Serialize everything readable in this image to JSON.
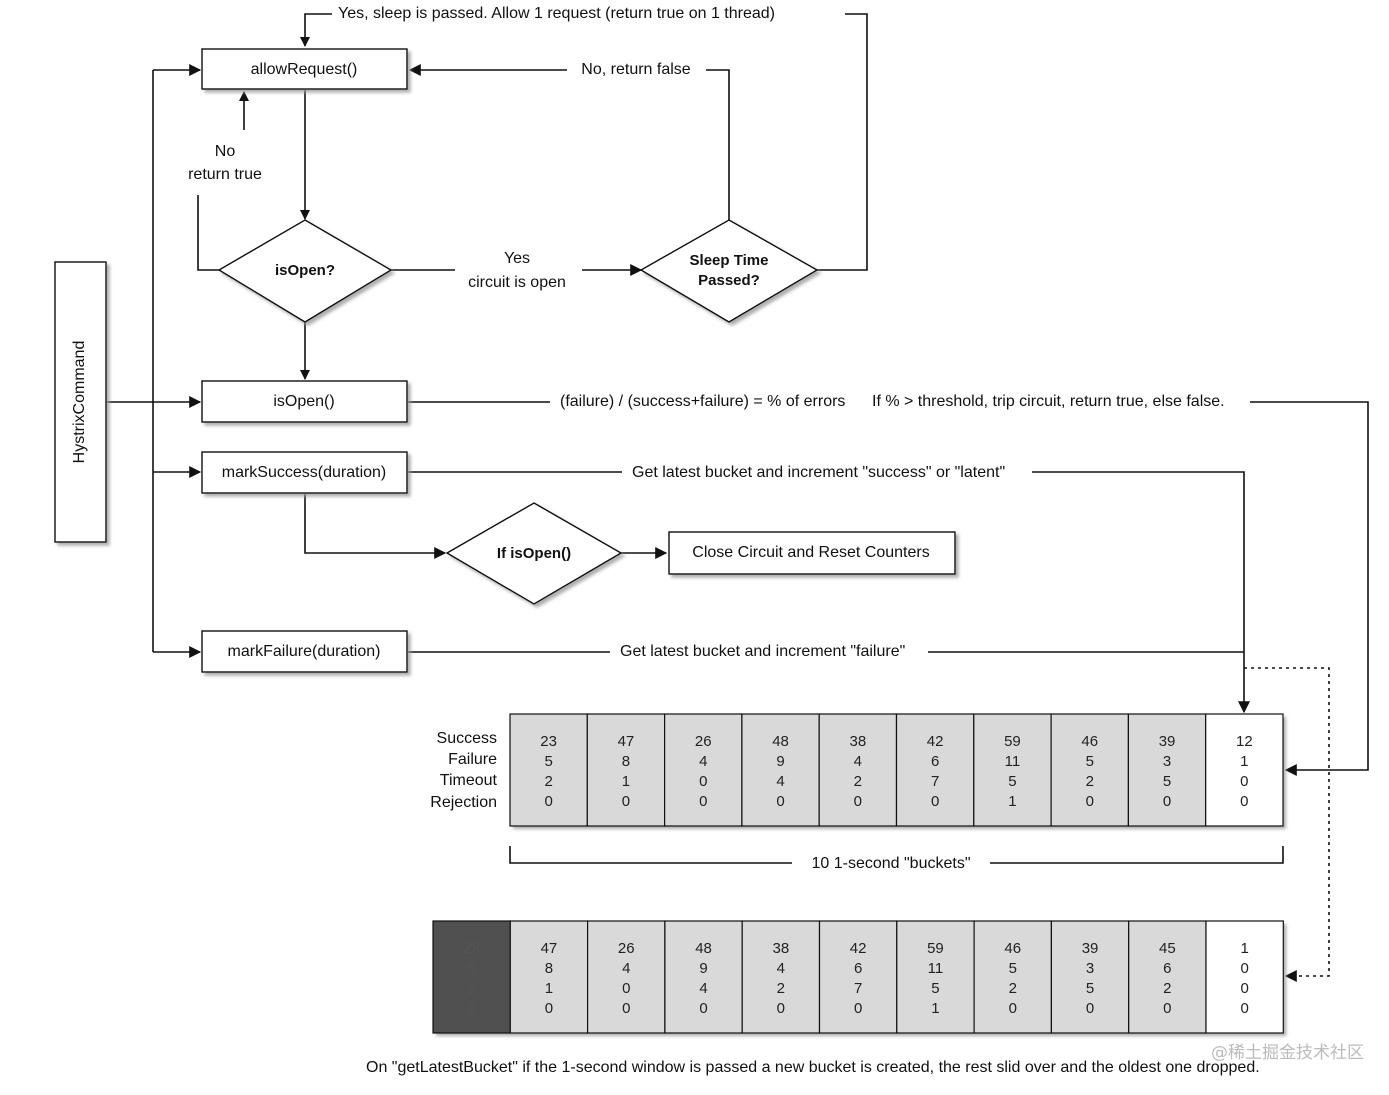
{
  "boxes": {
    "hystrix_command": "HystrixCommand",
    "allow_request": "allowRequest()",
    "is_open_method": "isOpen()",
    "mark_success": "markSuccess(duration)",
    "mark_failure": "markFailure(duration)",
    "close_circuit": "Close Circuit and Reset Counters"
  },
  "decisions": {
    "is_open_q": "isOpen?",
    "sleep_time_line1": "Sleep Time",
    "sleep_time_line2": "Passed?",
    "if_is_open": "If isOpen()"
  },
  "edge_labels": {
    "sleep_passed": "Yes, sleep is passed.  Allow 1 request (return true on 1 thread)",
    "no_return_false": "No, return false",
    "no": "No",
    "return_true": "return true",
    "yes": "Yes",
    "circuit_is_open": "circuit is open",
    "error_formula": "(failure) / (success+failure) = % of errors",
    "threshold": "If % > threshold, trip circuit, return true, else false.",
    "increment_success": "Get latest bucket and increment \"success\" or \"latent\"",
    "increment_failure": "Get latest bucket and increment \"failure\""
  },
  "metrics": [
    "Success",
    "Failure",
    "Timeout",
    "Rejection"
  ],
  "window_label": "10 1-second \"buckets\"",
  "buckets_current": [
    [
      23,
      5,
      2,
      0
    ],
    [
      47,
      8,
      1,
      0
    ],
    [
      26,
      4,
      0,
      0
    ],
    [
      48,
      9,
      4,
      0
    ],
    [
      38,
      4,
      2,
      0
    ],
    [
      42,
      6,
      7,
      0
    ],
    [
      59,
      11,
      5,
      1
    ],
    [
      46,
      5,
      2,
      0
    ],
    [
      39,
      3,
      5,
      0
    ],
    [
      12,
      1,
      0,
      0
    ]
  ],
  "buckets_next": [
    [
      23,
      5,
      2,
      0
    ],
    [
      47,
      8,
      1,
      0
    ],
    [
      26,
      4,
      0,
      0
    ],
    [
      48,
      9,
      4,
      0
    ],
    [
      38,
      4,
      2,
      0
    ],
    [
      42,
      6,
      7,
      0
    ],
    [
      59,
      11,
      5,
      1
    ],
    [
      46,
      5,
      2,
      0
    ],
    [
      39,
      3,
      5,
      0
    ],
    [
      45,
      6,
      2,
      0
    ],
    [
      1,
      0,
      0,
      0
    ]
  ],
  "footer_caption": "On \"getLatestBucket\" if the 1-second window is passed a new bucket is created, the rest slid over and the oldest one dropped.",
  "watermark": "@稀土掘金技术社区",
  "colors": {
    "box_fill": "#ffffff",
    "cell_fill": "#d9d9d9",
    "newest_fill": "#ffffff",
    "dropped_fill": "#505050",
    "line": "#111111",
    "shadow": "#bdbdbd"
  }
}
